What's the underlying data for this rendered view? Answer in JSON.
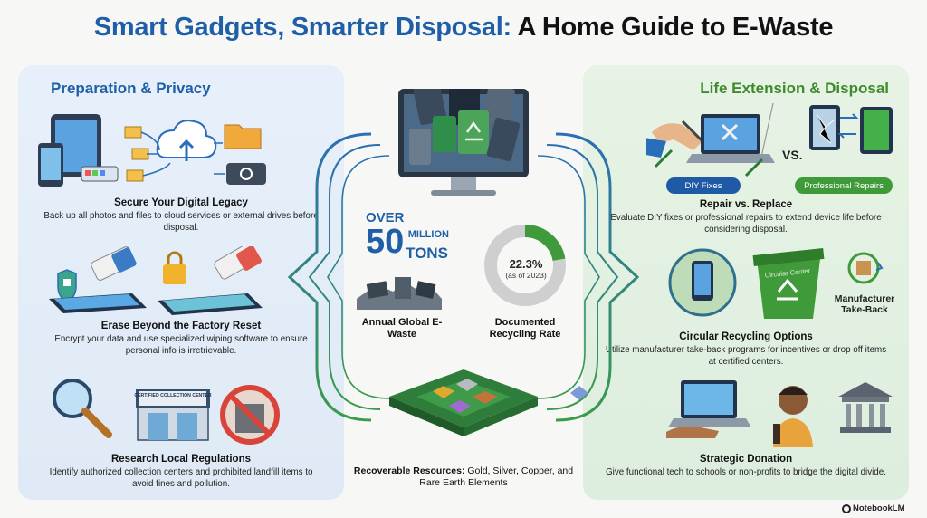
{
  "title": {
    "part1": "Smart Gadgets, Smarter Disposal:",
    "part2": " A Home Guide to E-Waste"
  },
  "left_panel": {
    "heading": "Preparation & Privacy",
    "sections": [
      {
        "title": "Secure Your Digital Legacy",
        "text": "Back up all photos and files to cloud services or external drives before disposal."
      },
      {
        "title": "Erase Beyond the Factory Reset",
        "text": "Encrypt your data and use specialized wiping software to ensure personal info is irretrievable."
      },
      {
        "title": "Research Local Regulations",
        "text": "Identify authorized collection centers and prohibited landfill items to avoid fines and pollution."
      }
    ],
    "collection_sign": "CERTIFIED COLLECTION CENTER"
  },
  "center": {
    "over": "OVER",
    "big_number": "50",
    "million": "MILLION",
    "tons": "TONS",
    "ewaste_label": "Annual Global E-Waste",
    "recycling_pct": "22.3%",
    "recycling_year": "(as of 2023)",
    "recycling_fraction": 0.223,
    "recycling_label": "Documented Recycling Rate",
    "resources_bold": "Recoverable Resources:",
    "resources_text": " Gold, Silver, Copper, and Rare Earth Elements"
  },
  "right_panel": {
    "heading": "Life Extension & Disposal",
    "vs": "VS.",
    "diy_badge": "DIY Fixes",
    "pro_badge": "Professional Repairs",
    "bin_label": "Circular Center",
    "takeback_label": "Manufacturer Take-Back",
    "sections": [
      {
        "title": "Repair vs. Replace",
        "text": "Evaluate DIY fixes or professional repairs to extend device life before considering disposal."
      },
      {
        "title": "Circular Recycling Options",
        "text": "Utilize manufacturer take-back programs for incentives or drop off items at certified centers."
      },
      {
        "title": "Strategic Donation",
        "text": "Give functional tech to schools or non-profits to bridge the digital divide."
      }
    ]
  },
  "brand": "NotebookLM",
  "colors": {
    "blue": "#1f5fa8",
    "green": "#3f8a2e",
    "donut_fill": "#3e9a3a",
    "donut_rest": "#cfcfcf"
  }
}
